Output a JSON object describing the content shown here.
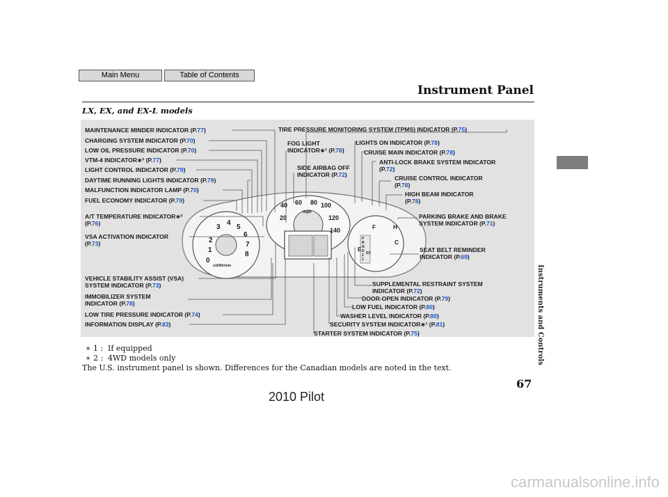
{
  "nav": {
    "main_menu": "Main Menu",
    "toc": "Table of Contents"
  },
  "page": {
    "title": "Instrument Panel",
    "subtitle": "LX, EX, and EX-L models",
    "side_label": "Instruments and Controls",
    "page_number": "67"
  },
  "labels_left": [
    {
      "text": "MAINTENANCE MINDER INDICATOR (P.",
      "page": "77",
      "close": ")"
    },
    {
      "text": "CHARGING SYSTEM INDICATOR (P.",
      "page": "70",
      "close": ")"
    },
    {
      "text": "LOW OIL PRESSURE INDICATOR (P.",
      "page": "70",
      "close": ")"
    },
    {
      "text": "VTM-4 INDICATOR∗² (P.",
      "page": "77",
      "close": ")"
    },
    {
      "text": "LIGHT CONTROL INDICATOR (P.",
      "page": "79",
      "close": ")"
    },
    {
      "text": "DAYTIME RUNNING LIGHTS INDICATOR (P.",
      "page": "79",
      "close": ")"
    },
    {
      "text": "MALFUNCTION INDICATOR LAMP (P.",
      "page": "70",
      "close": ")"
    },
    {
      "text": "FUEL ECONOMY INDICATOR (P.",
      "page": "79",
      "close": ")"
    },
    {
      "text": "A/T TEMPERATURE INDICATOR∗²",
      "page": "",
      "close": ""
    },
    {
      "text": "(P.",
      "page": "76",
      "close": ")"
    },
    {
      "text": "VSA ACTIVATION INDICATOR",
      "page": "",
      "close": ""
    },
    {
      "text": "(P.",
      "page": "73",
      "close": ")"
    },
    {
      "text": "VEHICLE STABILITY ASSIST (VSA)",
      "page": "",
      "close": ""
    },
    {
      "text": "SYSTEM INDICATOR (P.",
      "page": "73",
      "close": ")"
    },
    {
      "text": "IMMOBILIZER SYSTEM",
      "page": "",
      "close": ""
    },
    {
      "text": "INDICATOR (P.",
      "page": "78",
      "close": ")"
    },
    {
      "text": "LOW TIRE PRESSURE INDICATOR (P.",
      "page": "74",
      "close": ")"
    },
    {
      "text": "INFORMATION DISPLAY (P.",
      "page": "83",
      "close": ")"
    }
  ],
  "labels_right": [
    {
      "text": "TIRE PRESSURE MONITORING SYSTEM (TPMS) INDICATOR (P.",
      "page": "75",
      "close": ")"
    },
    {
      "text": "FOG LIGHT",
      "page": "",
      "close": ""
    },
    {
      "text": "INDICATOR∗¹ (P.",
      "page": "78",
      "close": ")"
    },
    {
      "text": "LIGHTS ON INDICATOR (P.",
      "page": "78",
      "close": ")"
    },
    {
      "text": "CRUISE MAIN INDICATOR (P.",
      "page": "78",
      "close": ")"
    },
    {
      "text": "ANTI-LOCK BRAKE SYSTEM INDICATOR",
      "page": "",
      "close": ""
    },
    {
      "text": "(P.",
      "page": "72",
      "close": ")"
    },
    {
      "text": "SIDE AIRBAG OFF",
      "page": "",
      "close": ""
    },
    {
      "text": "INDICATOR (P.",
      "page": "72",
      "close": ")"
    },
    {
      "text": "CRUISE CONTROL INDICATOR",
      "page": "",
      "close": ""
    },
    {
      "text": "(P.",
      "page": "78",
      "close": ")"
    },
    {
      "text": "HIGH BEAM INDICATOR",
      "page": "",
      "close": ""
    },
    {
      "text": "(P.",
      "page": "78",
      "close": ")"
    },
    {
      "text": "PARKING BRAKE AND BRAKE",
      "page": "",
      "close": ""
    },
    {
      "text": "SYSTEM INDICATOR (P.",
      "page": "71",
      "close": ")"
    },
    {
      "text": "SEAT BELT REMINDER",
      "page": "",
      "close": ""
    },
    {
      "text": "INDICATOR (P.",
      "page": "69",
      "close": ")"
    },
    {
      "text": "SUPPLEMENTAL RESTRAINT SYSTEM",
      "page": "",
      "close": ""
    },
    {
      "text": "INDICATOR (P.",
      "page": "72",
      "close": ")"
    },
    {
      "text": "DOOR-OPEN INDICATOR (P.",
      "page": "79",
      "close": ")"
    },
    {
      "text": "LOW FUEL INDICATOR (P.",
      "page": "80",
      "close": ")"
    },
    {
      "text": "WASHER LEVEL INDICATOR (P.",
      "page": "80",
      "close": ")"
    },
    {
      "text": "SECURITY SYSTEM INDICATOR∗¹ (P.",
      "page": "81",
      "close": ")"
    },
    {
      "text": "STARTER SYSTEM INDICATOR (P.",
      "page": "75",
      "close": ")"
    }
  ],
  "gauges": {
    "speedo_numbers": [
      "20",
      "40",
      "60",
      "80",
      "100",
      "120",
      "140"
    ],
    "speedo_unit": "mph",
    "tach_numbers": [
      "0",
      "1",
      "2",
      "3",
      "4",
      "5",
      "6",
      "7",
      "8"
    ],
    "tach_unit": "x1000r/min",
    "gear_letters": [
      "P",
      "R",
      "N",
      "D",
      "D3",
      "2",
      "1"
    ],
    "fuel_letters": [
      "F",
      "E"
    ],
    "temp_letters": [
      "H",
      "C"
    ]
  },
  "footnotes": [
    {
      "mark": "∗ 1 :",
      "text": "If equipped"
    },
    {
      "mark": "∗ 2 :",
      "text": "4WD models only"
    }
  ],
  "note": "The U.S. instrument panel is shown. Differences for the Canadian models are noted in the text.",
  "watermark": "2010 Pilot",
  "site": "carmanualsonline.info"
}
